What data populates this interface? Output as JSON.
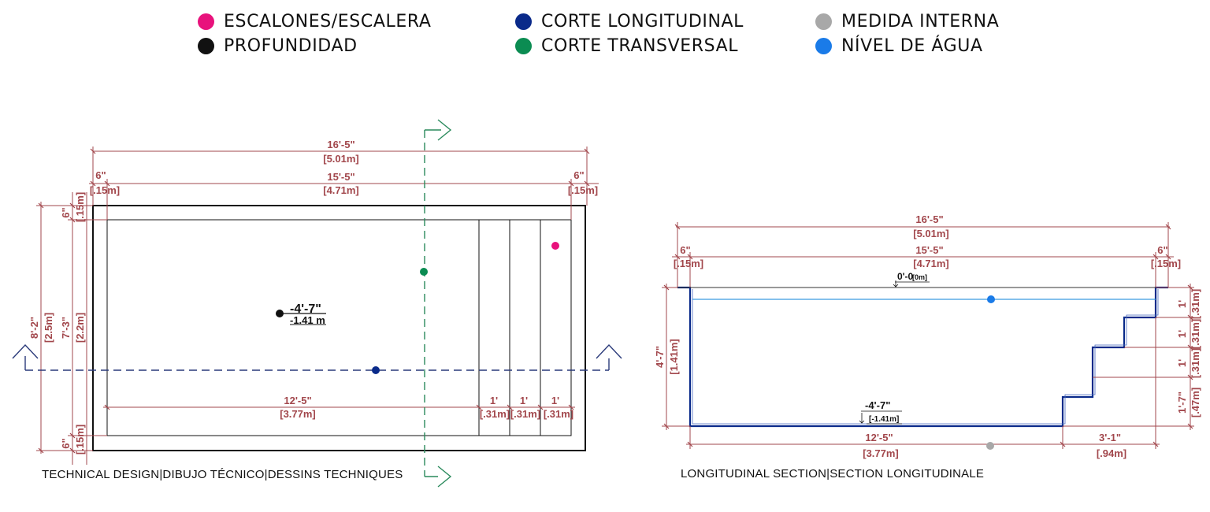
{
  "colors": {
    "dimension": "#a2474c",
    "steps_marker": "#e8127c",
    "depth_marker": "#111111",
    "longitudinal_marker": "#0a2a8a",
    "transversal_marker": "#0b8c52",
    "internal_marker": "#a8a8a8",
    "water_marker": "#1a7be8"
  },
  "legend": [
    {
      "key": "steps",
      "label": "ESCALONES/ESCALERA",
      "color": "#e8127c"
    },
    {
      "key": "longitudinal",
      "label": "CORTE LONGITUDINAL",
      "color": "#0a2a8a"
    },
    {
      "key": "internal",
      "label": "MEDIDA INTERNA",
      "color": "#a8a8a8"
    },
    {
      "key": "depth",
      "label": "PROFUNDIDAD",
      "color": "#111111"
    },
    {
      "key": "transversal",
      "label": "CORTE TRANSVERSAL",
      "color": "#0b8c52"
    },
    {
      "key": "water",
      "label": "NÍVEL DE ÁGUA",
      "color": "#1a7be8"
    }
  ],
  "plan": {
    "caption": "TECHNICAL DESIGN|DIBUJO TÉCNICO|DESSINS TECHNIQUES",
    "overall_length": {
      "ft": "16'-5\"",
      "m": "[5.01m]"
    },
    "inner_length": {
      "ft": "15'-5\"",
      "m": "[4.71m]"
    },
    "wall_left": {
      "ft": "6\"",
      "m": "[.15m]"
    },
    "wall_right": {
      "ft": "6\"",
      "m": "[.15m]"
    },
    "overall_width": {
      "ft": "8'-2\"",
      "m": "[2.5m]"
    },
    "inner_width": {
      "ft": "7'-3\"",
      "m": "[2.2m]"
    },
    "wall_top": {
      "ft": "6\"",
      "m": "[.15m]"
    },
    "wall_bottom": {
      "ft": "6\"",
      "m": "[.15m]"
    },
    "floor_length": {
      "ft": "12'-5\"",
      "m": "[3.77m]"
    },
    "steps": [
      {
        "ft": "1'",
        "m": "[.31m]"
      },
      {
        "ft": "1'",
        "m": "[.31m]"
      },
      {
        "ft": "1'",
        "m": "[.31m]"
      }
    ],
    "depth_label": {
      "ft": "-4'-7\"",
      "m": "-1.41 m"
    }
  },
  "section": {
    "caption": "LONGITUDINAL SECTION|SECTION LONGITUDINALE",
    "overall_length": {
      "ft": "16'-5\"",
      "m": "[5.01m]"
    },
    "inner_length": {
      "ft": "15'-5\"",
      "m": "[4.71m]"
    },
    "wall_left": {
      "ft": "6\"",
      "m": "[.15m]"
    },
    "wall_right": {
      "ft": "6\"",
      "m": "[.15m]"
    },
    "top_level": "0'-0",
    "top_level_m": "[0m]",
    "depth": {
      "ft": "4'-7\"",
      "m": "[1.41m]"
    },
    "floor_level": {
      "ft": "-4'-7\"",
      "m": "[-1.41m]"
    },
    "floor_length": {
      "ft": "12'-5\"",
      "m": "[3.77m]"
    },
    "step_run": {
      "ft": "3'-1\"",
      "m": "[.94m]"
    },
    "step_rises": [
      {
        "ft": "1'",
        "m": "[.31m]"
      },
      {
        "ft": "1'",
        "m": "[.31m]"
      },
      {
        "ft": "1'",
        "m": "[.31m]"
      },
      {
        "ft": "1'-7\"",
        "m": "[.47m]"
      }
    ]
  }
}
